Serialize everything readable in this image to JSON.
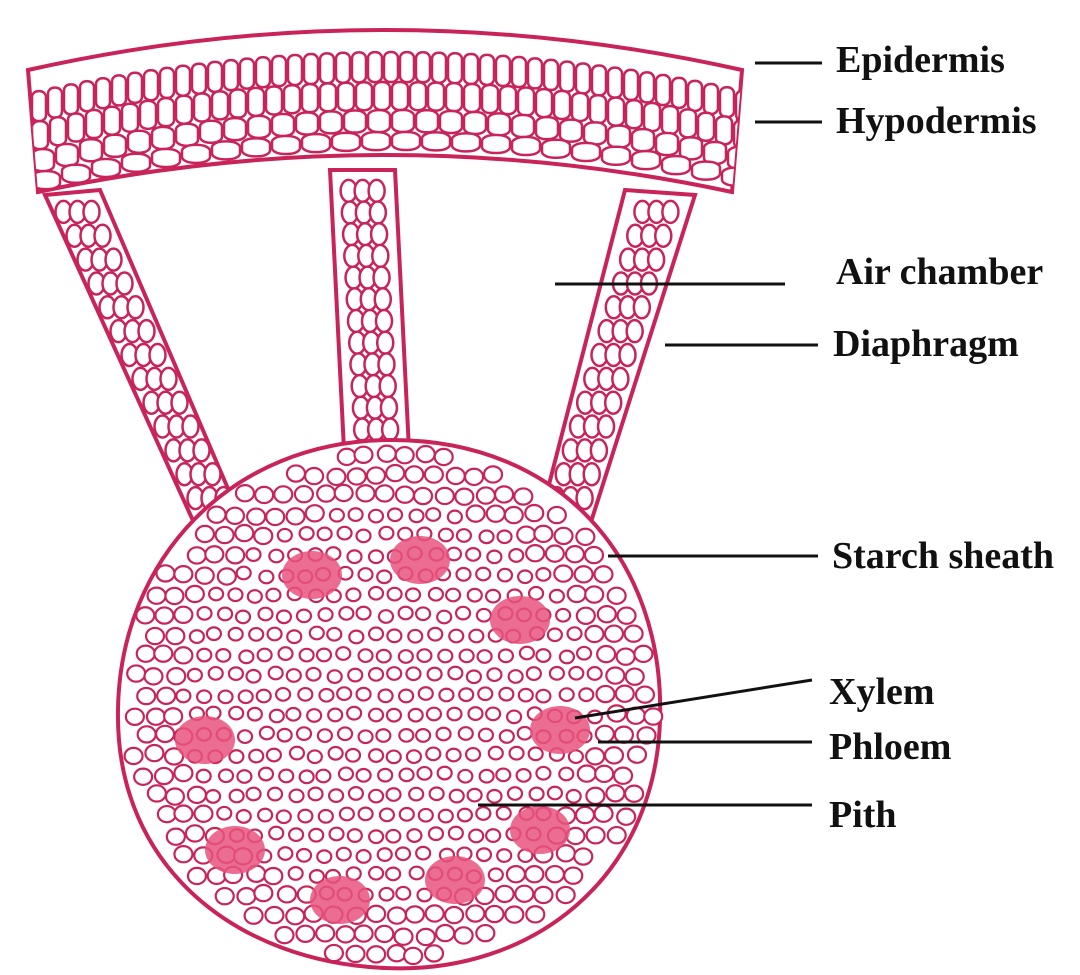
{
  "colors": {
    "tissue": "#c9245a",
    "bundle": "#e8537f",
    "leader": "#111111",
    "background": "#ffffff"
  },
  "labels": {
    "epidermis": "Epidermis",
    "hypodermis": "Hypodermis",
    "air_chamber": "Air chamber",
    "diaphragm": "Diaphragm",
    "starch_sheath": "Starch sheath",
    "xylem": "Xylem",
    "phloem": "Phloem",
    "pith": "Pith"
  }
}
